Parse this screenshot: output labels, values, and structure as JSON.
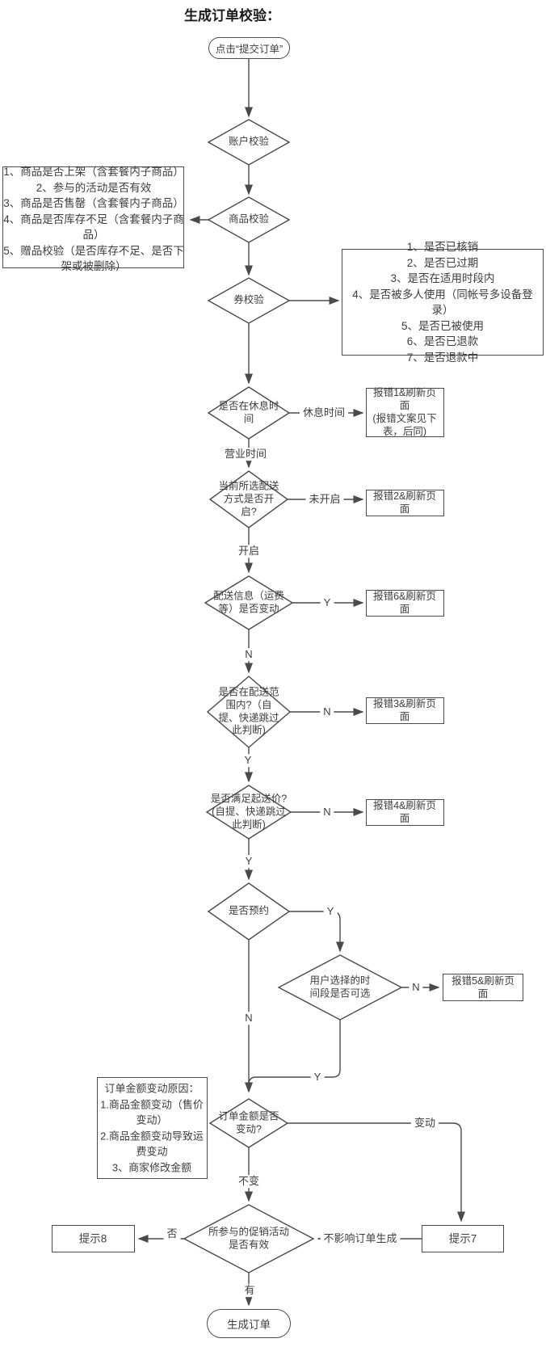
{
  "title": "生成订单校验：",
  "nodes": {
    "start": "点击“提交订单”",
    "account_check": "账户校验",
    "product_check": "商品校验",
    "coupon_check": "券校验",
    "rest_time_check": "是否在休息时\n间",
    "delivery_open_check": "当前所选配送\n方式是否开\n启?",
    "delivery_info_check": "配送信息（运费\n等）是否变动",
    "delivery_range_check": "是否在配送范\n围内?（自\n提、快递跳过\n此判断)",
    "min_price_check": "是否满足起送价?\n(自提、快递跳过\n此判断)",
    "reservation_check": "是否预约",
    "time_slot_check": "用户选择的时\n间段是否可选",
    "amount_change_check": "订单金额是否\n变动?",
    "promo_valid_check": "所参与的促销活动\n是否有效",
    "end": "生成订单"
  },
  "notes": {
    "product_check_list": "1、商品是否上架（含套餐内子商品）\n2、参与的活动是否有效\n3、商品是否售罄（含套餐内子商品）\n4、商品是否库存不足（含套餐内子商品）\n5、赠品校验（是否库存不足、是否下架或被删除）",
    "coupon_check_list": "1、是否已核销\n2、是否已过期\n3、是否在适用时段内\n4、是否被多人使用（同帐号多设备登录）\n5、是否已被使用\n6、是否已退款\n7、是否退款中",
    "amount_change_reasons": "订单金额变动原因：\n1.商品金额变动（售价变动）\n2.商品金额变动导致运费变动\n3、商家修改金额"
  },
  "results": {
    "err1": "报错1&刷新页面\n(报错文案见下表，后同)",
    "err2": "报错2&刷新页面",
    "err3": "报错3&刷新页面",
    "err4": "报错4&刷新页面",
    "err5": "报错5&刷新页面",
    "err6": "报错6&刷新页面",
    "tip7": "提示7",
    "tip8": "提示8"
  },
  "edge_labels": {
    "rest_time": "休息时间",
    "business_time": "营业时间",
    "not_open": "未开启",
    "open": "开启",
    "yes": "Y",
    "no": "N",
    "changed": "变动",
    "unchanged": "不变",
    "invalid": "否",
    "valid": "有",
    "no_affect": "不影响订单生成"
  },
  "colors": {
    "stroke": "#4a4a4a",
    "text": "#3d3d3d",
    "background": "#ffffff"
  }
}
